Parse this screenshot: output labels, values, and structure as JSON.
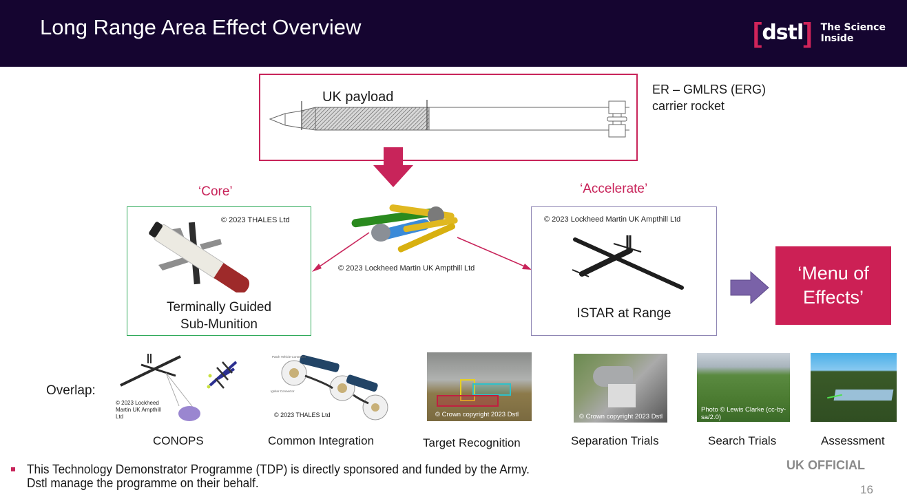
{
  "header": {
    "title": "Long Range Area Effect Overview",
    "logo": {
      "bracket_open": "[",
      "word": "dstl",
      "bracket_close": "]",
      "tagline": "The Science Inside"
    }
  },
  "rocket": {
    "payload_label": "UK payload",
    "carrier_line1": "ER – GMLRS (ERG)",
    "carrier_line2": "carrier rocket"
  },
  "center": {
    "copyright": "© 2023 Lockheed Martin UK Ampthill Ltd"
  },
  "core": {
    "label": "‘Core’",
    "copyright": "© 2023 THALES Ltd",
    "caption_line1": "Terminally Guided",
    "caption_line2": "Sub-Munition"
  },
  "accelerate": {
    "label": "‘Accelerate’",
    "copyright": "© 2023 Lockheed Martin UK Ampthill Ltd",
    "caption": "ISTAR at Range"
  },
  "menu": {
    "line1": "‘Menu of",
    "line2": "Effects’"
  },
  "overlap": {
    "label": "Overlap:",
    "items": [
      {
        "caption": "CONOPS",
        "copyright_lines": [
          "© 2023 Lockheed",
          "Martin UK Ampthill",
          "Ltd"
        ]
      },
      {
        "caption": "Common Integration",
        "copyright": "© 2023 THALES Ltd"
      },
      {
        "caption": "Target Recognition",
        "copyright": "© Crown copyright 2023 Dstl"
      },
      {
        "caption": "Separation Trials",
        "copyright": "© Crown copyright 2023 Dstl"
      },
      {
        "caption": "Search Trials",
        "copyright_lines": [
          "Photo © Lewis Clarke (cc-by-",
          "sa/2.0)"
        ]
      },
      {
        "caption": "Assessment"
      }
    ]
  },
  "footer": {
    "line1": "This Technology Demonstrator Programme (TDP) is directly sponsored and funded by the Army.",
    "line2": "Dstl manage the programme on their behalf.",
    "classification": "UK OFFICIAL",
    "page_number": "16"
  },
  "colors": {
    "header_bg": "#150530",
    "accent": "#c8245a",
    "core_border": "#2faa5a",
    "accelerate_border": "#8f86b4",
    "menu_arrow": "#7a62a8"
  }
}
